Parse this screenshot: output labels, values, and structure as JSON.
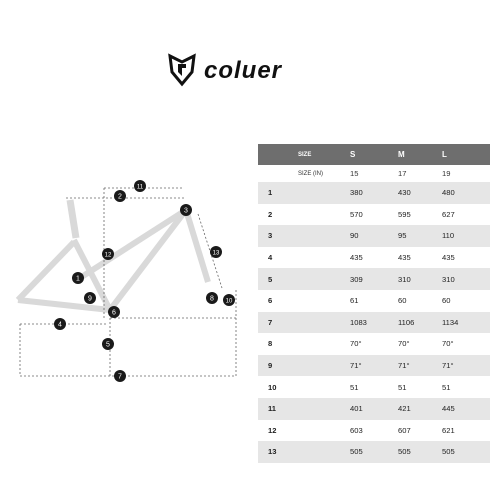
{
  "brand": {
    "name": "coluer"
  },
  "table": {
    "header": {
      "label": "SIZE",
      "sizes": [
        "S",
        "M",
        "L"
      ]
    },
    "subheader": {
      "label": "SIZE (IN)",
      "values": [
        "15",
        "17",
        "19"
      ]
    },
    "rows": [
      {
        "id": "1",
        "values": [
          "380",
          "430",
          "480"
        ]
      },
      {
        "id": "2",
        "values": [
          "570",
          "595",
          "627"
        ]
      },
      {
        "id": "3",
        "values": [
          "90",
          "95",
          "110"
        ]
      },
      {
        "id": "4",
        "values": [
          "435",
          "435",
          "435"
        ]
      },
      {
        "id": "5",
        "values": [
          "309",
          "310",
          "310"
        ]
      },
      {
        "id": "6",
        "values": [
          "61",
          "60",
          "60"
        ]
      },
      {
        "id": "7",
        "values": [
          "1083",
          "1106",
          "1134"
        ]
      },
      {
        "id": "8",
        "values": [
          "70°",
          "70°",
          "70°"
        ]
      },
      {
        "id": "9",
        "values": [
          "71°",
          "71°",
          "71°"
        ]
      },
      {
        "id": "10",
        "values": [
          "51",
          "51",
          "51"
        ]
      },
      {
        "id": "11",
        "values": [
          "401",
          "421",
          "445"
        ]
      },
      {
        "id": "12",
        "values": [
          "603",
          "607",
          "621"
        ]
      },
      {
        "id": "13",
        "values": [
          "505",
          "505",
          "505"
        ]
      }
    ]
  },
  "diagram": {
    "markers": [
      "1",
      "2",
      "3",
      "4",
      "5",
      "6",
      "7",
      "8",
      "9",
      "10",
      "11",
      "12",
      "13"
    ]
  },
  "colors": {
    "header_bg": "#6e6e6e",
    "stripe": "#e6e6e6",
    "frame": "#d9d9d9",
    "marker": "#1a1a1a"
  }
}
